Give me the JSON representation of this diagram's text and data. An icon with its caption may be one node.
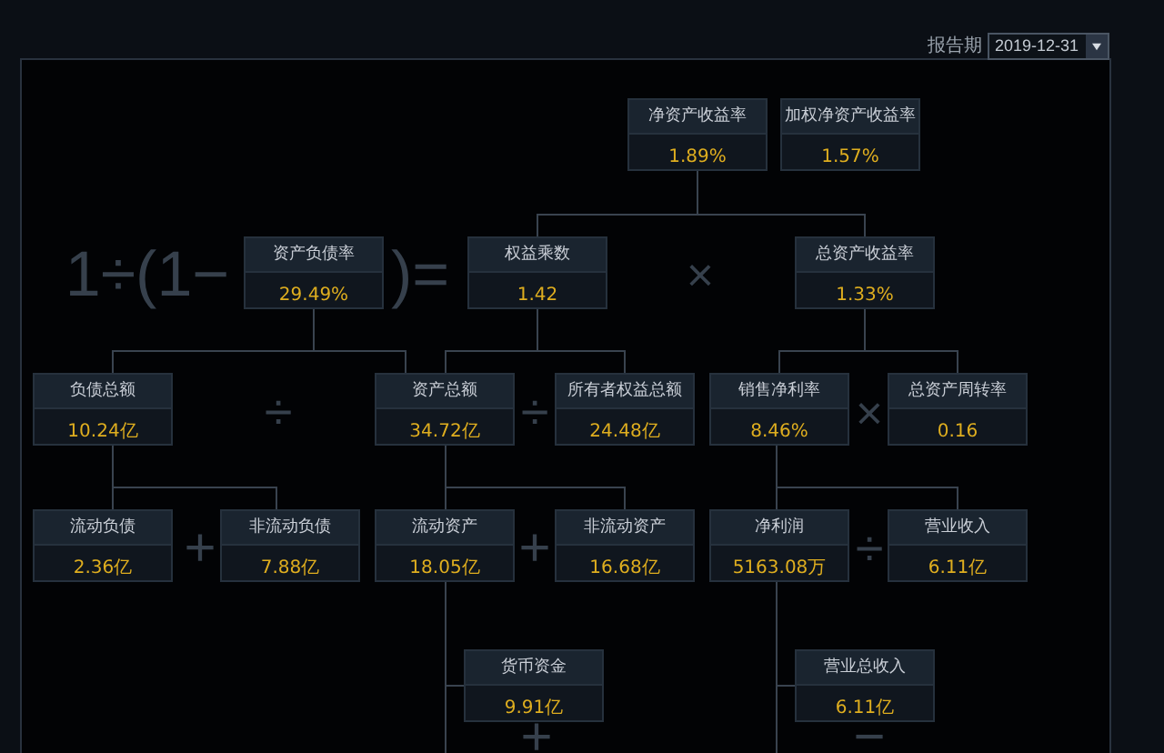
{
  "diagram": {
    "nodes": [
      {
        "text": [
          "净资产收益率",
          "1.89%"
        ]
      },
      {
        "text": [
          "加权净资产收益率",
          "1.57%"
        ]
      },
      {
        "text": [
          "资产负债率",
          "29.49%"
        ]
      },
      {
        "text": [
          "权益乘数",
          "1.42"
        ]
      },
      {
        "text": [
          "总资产收益率",
          "1.33%"
        ]
      },
      {
        "text": [
          "负债总额",
          "10.24亿"
        ]
      },
      {
        "text": [
          "资产总额",
          "34.72亿"
        ]
      },
      {
        "text": [
          "所有者权益总额",
          "24.48亿"
        ]
      },
      {
        "text": [
          "销售净利率",
          "8.46%"
        ]
      },
      {
        "text": [
          "总资产周转率",
          "0.16"
        ]
      },
      {
        "text": [
          "流动负债",
          "2.36亿"
        ]
      },
      {
        "text": [
          "非流动负债",
          "7.88亿"
        ]
      },
      {
        "text": [
          "流动资产",
          "18.05亿"
        ]
      },
      {
        "text": [
          "非流动资产",
          "16.68亿"
        ]
      },
      {
        "text": [
          "净利润",
          "5163.08万"
        ]
      },
      {
        "text": [
          "营业收入",
          "6.11亿"
        ]
      },
      {
        "text": [
          "货币资金",
          "9.91亿"
        ]
      },
      {
        "text": [
          "营业总收入",
          "6.11亿"
        ]
      }
    ],
    "edges": [
      {
        "from": 0,
        "to": 3,
        "arrow": "none"
      },
      {
        "from": 0,
        "to": 4,
        "arrow": "none"
      },
      {
        "from": 2,
        "to": 5,
        "arrow": "none"
      },
      {
        "from": 2,
        "to": 6,
        "arrow": "none"
      },
      {
        "from": 3,
        "to": 6,
        "arrow": "none"
      },
      {
        "from": 3,
        "to": 7,
        "arrow": "none"
      },
      {
        "from": 4,
        "to": 8,
        "arrow": "none"
      },
      {
        "from": 4,
        "to": 9,
        "arrow": "none"
      },
      {
        "from": 5,
        "to": 10,
        "arrow": "none"
      },
      {
        "from": 5,
        "to": 11,
        "arrow": "none"
      },
      {
        "from": 6,
        "to": 12,
        "arrow": "none"
      },
      {
        "from": 6,
        "to": 13,
        "arrow": "none"
      },
      {
        "from": 8,
        "to": 14,
        "arrow": "none"
      },
      {
        "from": 8,
        "to": 15,
        "arrow": "none"
      },
      {
        "from": 12,
        "to": 16,
        "arrow": "none"
      },
      {
        "from": 12,
        "to": null,
        "arrow": "none"
      },
      {
        "from": 14,
        "to": 17,
        "arrow": "none"
      },
      {
        "from": 14,
        "to": null,
        "arrow": "none"
      }
    ],
    "labels": [
      "报告期",
      "2019-12-31",
      "1÷(1−",
      ")=",
      "×",
      "÷",
      "÷",
      "×",
      "+",
      "+",
      "÷",
      "+",
      "−"
    ]
  }
}
